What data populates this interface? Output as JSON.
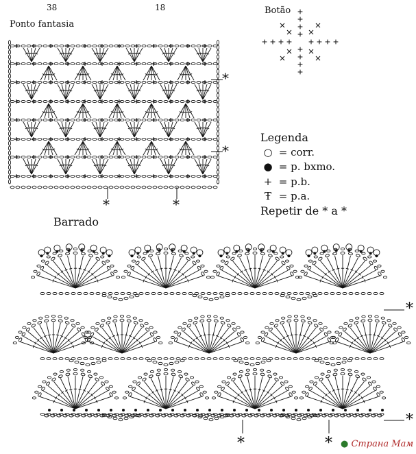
{
  "top_numbers": [
    "38",
    "18"
  ],
  "ponto_title": "Ponto fantasia",
  "botao_title": "Botão",
  "legend": {
    "title": "Legenda",
    "items": [
      {
        "symbol": "○",
        "text": "= corr."
      },
      {
        "symbol": "●",
        "text": "= p. bxmo."
      },
      {
        "symbol": "+",
        "text": "= p.b."
      },
      {
        "symbol": "Ŧ",
        "text": "= p.a."
      }
    ],
    "repeat": "Repetir de * a *"
  },
  "barrado_title": "Barrado",
  "marker": "*",
  "watermark": "Страна Мам",
  "colors": {
    "ink": "#111111",
    "watermark": "#b02a2a"
  }
}
